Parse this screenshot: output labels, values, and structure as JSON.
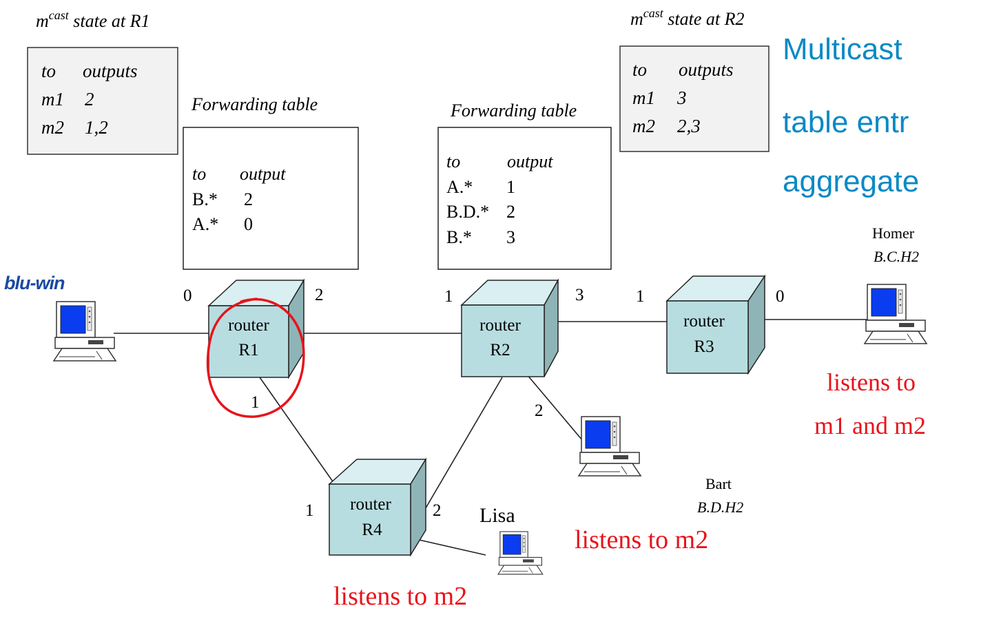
{
  "slide": {
    "title_lines": [
      "Multicast",
      "table entr",
      "aggregate"
    ],
    "title_color": "#0a8ac4"
  },
  "mcast_r1": {
    "caption_main": "m",
    "caption_sup": "cast",
    "caption_rest": " state at R1",
    "header": [
      "to",
      "outputs"
    ],
    "rows": [
      [
        "m1",
        "2"
      ],
      [
        "m2",
        "1,2"
      ]
    ]
  },
  "mcast_r2": {
    "caption_main": "m",
    "caption_sup": "cast",
    "caption_rest": " state at R2",
    "header": [
      "to",
      "outputs"
    ],
    "rows": [
      [
        "m1",
        "3"
      ],
      [
        "m2",
        "2,3"
      ]
    ]
  },
  "fwd_r1": {
    "caption": "Forwarding table",
    "header": [
      "to",
      "output"
    ],
    "rows": [
      [
        "B.*",
        "2"
      ],
      [
        "A.*",
        "0"
      ]
    ]
  },
  "fwd_r2": {
    "caption": "Forwarding table",
    "header": [
      "to",
      "output"
    ],
    "rows": [
      [
        "A.*",
        "1"
      ],
      [
        "B.D.*",
        "2"
      ],
      [
        "B.*",
        "3"
      ]
    ]
  },
  "routers": {
    "r1": {
      "line1": "router",
      "line2": "R1"
    },
    "r2": {
      "line1": "router",
      "line2": "R2"
    },
    "r3": {
      "line1": "router",
      "line2": "R3"
    },
    "r4": {
      "line1": "router",
      "line2": "R4"
    }
  },
  "ports": {
    "r1_p0": "0",
    "r1_p2": "2",
    "r1_p1": "1",
    "r2_p1": "1",
    "r2_p3": "3",
    "r2_p2": "2",
    "r3_p1": "1",
    "r3_p0": "0",
    "r4_p1": "1",
    "r4_p2": "2"
  },
  "hosts": {
    "homer_name": "Homer",
    "homer_addr": "B.C.H2",
    "bart_name": "Bart",
    "bart_addr": "B.D.H2",
    "lisa_name": "Lisa",
    "bluewin_logo": "blu-win"
  },
  "annotations": {
    "homer_listen_1": "listens to",
    "homer_listen_2": "m1 and m2",
    "bart_listen": "listens to m2",
    "lisa_listen": "listens to m2",
    "color": "#e8131b",
    "highlight_circle_color": "#e8131b"
  },
  "colors": {
    "router_front": "#b8dde0",
    "router_top": "#d9eff1",
    "router_side": "#8fb4b7",
    "mcast_box_bg": "#f2f2f2",
    "screen_blue": "#0a3cf0"
  }
}
